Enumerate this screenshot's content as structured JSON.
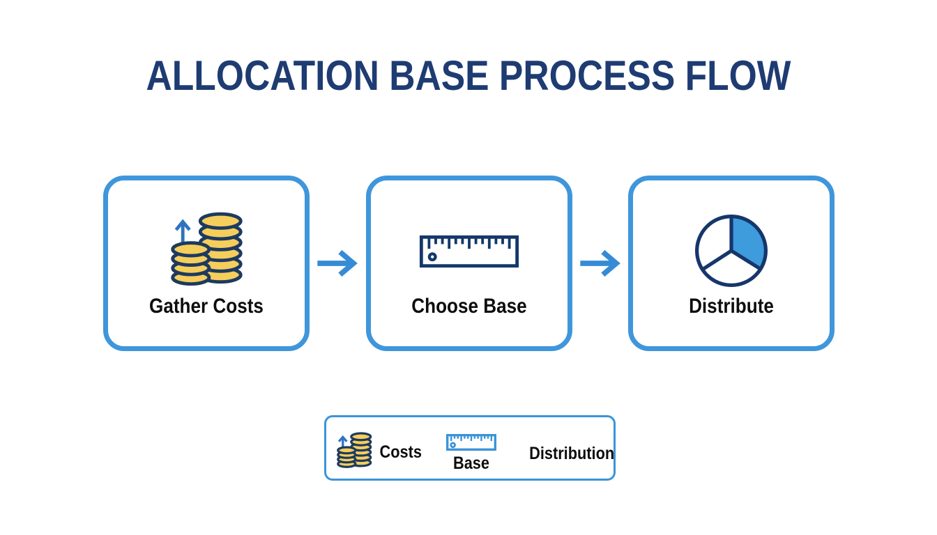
{
  "title": "ALLOCATION BASE PROCESS FLOW",
  "steps": [
    {
      "label": "Gather Costs",
      "icon": "coins-icon"
    },
    {
      "label": "Choose Base",
      "icon": "ruler-icon"
    },
    {
      "label": "Distribute",
      "icon": "pie-chart-icon"
    }
  ],
  "legend": {
    "items": [
      {
        "label": "Costs",
        "icon": "coins-icon"
      },
      {
        "label": "Base",
        "icon": "ruler-icon"
      },
      {
        "label": "Distribution",
        "icon": "none"
      }
    ]
  },
  "colors": {
    "title_navy": "#1e3c72",
    "box_border_blue": "#3f96db",
    "arrow_blue": "#358bd5",
    "icon_outline_navy": "#1d3a5f",
    "coin_yellow": "#f6ce5c",
    "coin_arrow_blue": "#2e73c0",
    "pie_fill_blue": "#3e9bdc",
    "legend_border_blue": "#3a94d9",
    "label_black": "#0d0d0d"
  }
}
